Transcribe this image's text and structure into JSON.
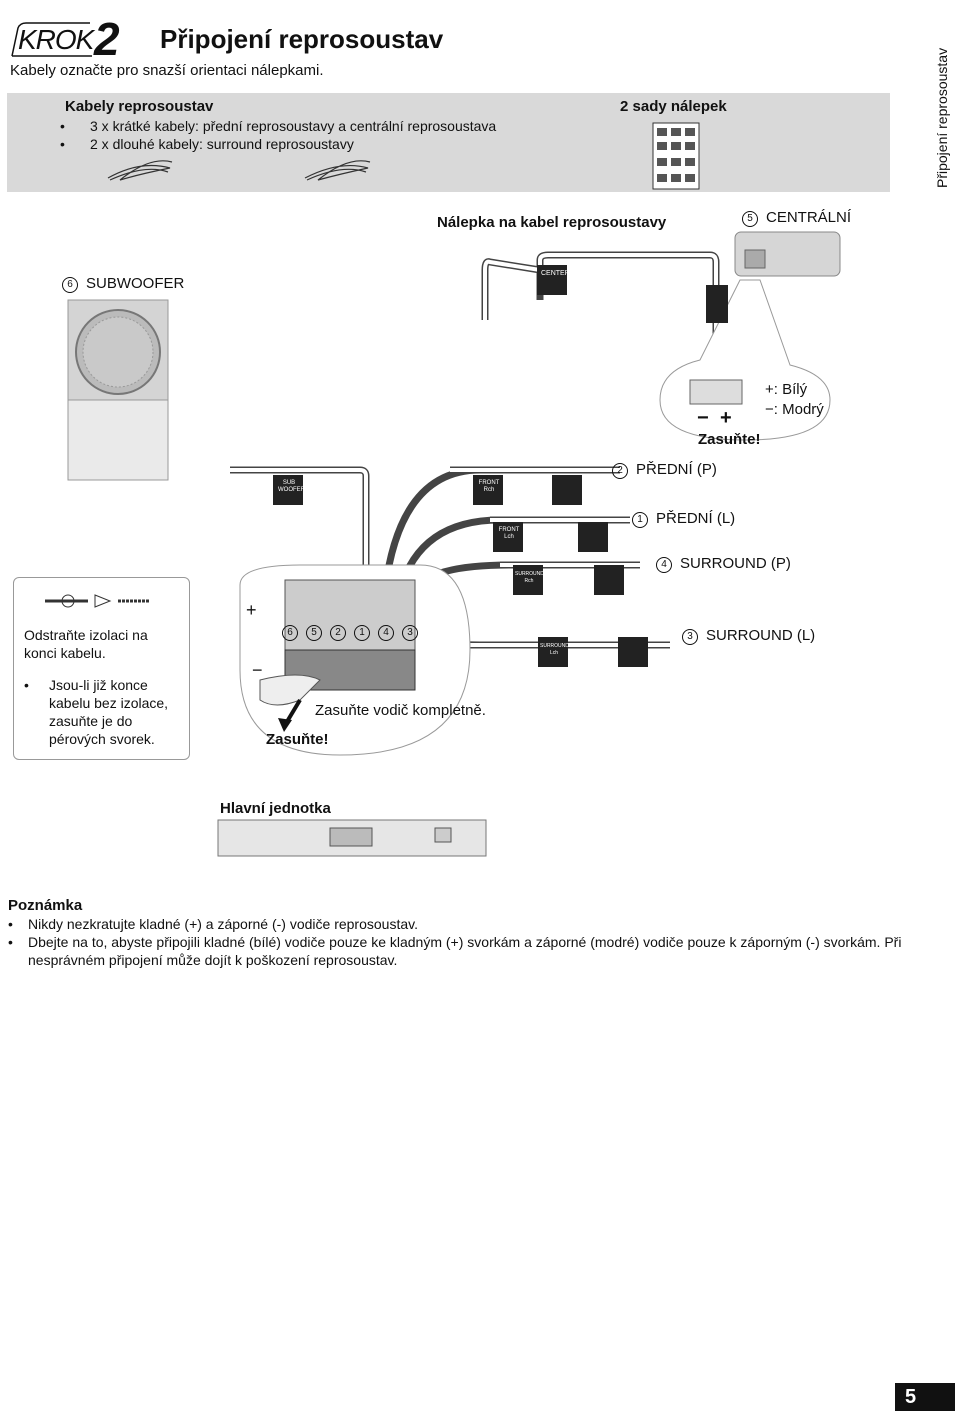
{
  "header": {
    "step_word": "KROK",
    "step_number": "2",
    "title": "Připojení reprosoustav",
    "subtitle": "Kabely označte pro snazší orientaci nálepkami.",
    "side_label": "Připojení reprosoustav"
  },
  "cables_box": {
    "heading": "Kabely reprosoustav",
    "items": [
      "3 x krátké kabely: přední reprosoustavy a centrální reprosoustava",
      "2 x dlouhé kabely: surround reprosoustavy"
    ],
    "stickers_heading": "2 sady nálepek"
  },
  "diagram": {
    "sticker_label": "Nálepka na kabel reprosoustavy",
    "center": {
      "num": "5",
      "label": "CENTRÁLNÍ"
    },
    "subwoofer": {
      "num": "6",
      "label": "SUBWOOFER"
    },
    "polarity": {
      "plus_sym": "+:",
      "plus_color": "Bílý",
      "minus_sym": "−:",
      "minus_color": "Modrý",
      "tab_minus": "−",
      "tab_plus": "+"
    },
    "zasunte": "Zasuňte!",
    "speakers": [
      {
        "num": "2",
        "label": "PŘEDNÍ (P)"
      },
      {
        "num": "1",
        "label": "PŘEDNÍ (L)"
      },
      {
        "num": "4",
        "label": "SURROUND (P)"
      },
      {
        "num": "3",
        "label": "SURROUND (L)"
      }
    ],
    "tags": {
      "center": "CENTER",
      "sub_l1": "SUB",
      "sub_l2": "WOOFER",
      "front_r_l1": "FRONT",
      "front_r_l2": "Rch",
      "front_l_l1": "FRONT",
      "front_l_l2": "Lch",
      "sur_r_l1": "SURROUND",
      "sur_r_l2": "Rch",
      "sur_l_l1": "SURROUND",
      "sur_l_l2": "Lch"
    },
    "terminal_numbers": [
      "6",
      "5",
      "2",
      "1",
      "4",
      "3"
    ],
    "plus_mark": "+",
    "minus_mark": "−",
    "insert_fully": "Zasuňte vodič kompletně.",
    "main_unit": "Hlavní jednotka"
  },
  "left_bubble": {
    "strip_text": "Odstraňte izolaci na konci kabelu.",
    "bullet": "•",
    "bullet_text": "Jsou-li již konce kabelu bez izolace, zasuňte je do pérových svorek."
  },
  "note": {
    "heading": "Poznámka",
    "items": [
      "Nikdy nezkratujte kladné (+) a záporné (-) vodiče reprosoustav.",
      "Dbejte na to, abyste připojili kladné (bílé) vodiče pouze ke kladným (+) svorkám a záporné (modré) vodiče pouze k záporným (-) svorkám. Při nesprávném připojení může dojít k poškození reprosoustav."
    ]
  },
  "page_number": "5"
}
